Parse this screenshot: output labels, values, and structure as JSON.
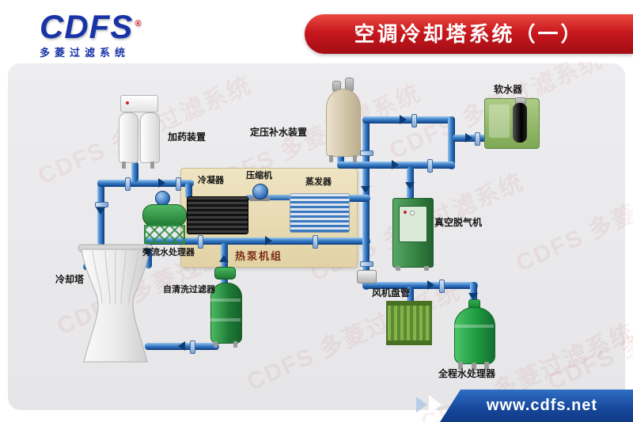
{
  "header": {
    "title": "空调冷却塔系统（一）"
  },
  "logo": {
    "brand": "CDFS",
    "reg": "®",
    "tagline": "多菱过滤系统"
  },
  "footer": {
    "url": "www.cdfs.net"
  },
  "watermark": {
    "text": "CDFS 多菱过滤系统"
  },
  "labels": {
    "dosing_device": "加药装置",
    "pressure_makeup_tank": "定压补水装置",
    "water_softener": "软水器",
    "condenser": "冷凝器",
    "compressor": "压缩机",
    "evaporator": "蒸发器",
    "heat_pump_unit": "热泵机组",
    "vacuum_degasser": "真空脱气机",
    "sidestream_processor": "旁流水处理器",
    "cooling_tower": "冷却塔",
    "self_cleaning_filter": "自清洗过滤器",
    "fan_coil": "风机盘管",
    "full_process_processor": "全程水处理器"
  },
  "colors": {
    "banner_red": "#c8181e",
    "pipe_blue": "#2a6ab8",
    "brand_blue": "#1733a6",
    "ribbon_blue": "#16479b",
    "equipment_green": "#1f9a40"
  }
}
